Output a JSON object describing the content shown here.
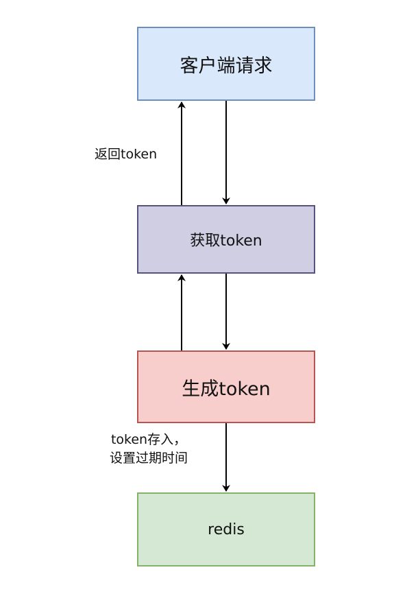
{
  "nodes": {
    "client": {
      "label": "客户端请求",
      "fill": "#dae8fc",
      "stroke": "#6c8ebf"
    },
    "get_token": {
      "label": "获取token",
      "fill": "#d0cee2",
      "stroke": "#56517e"
    },
    "generate_token": {
      "label": "生成token",
      "fill": "#f8cecc",
      "stroke": "#b85450"
    },
    "redis": {
      "label": "redis",
      "fill": "#d5e8d4",
      "stroke": "#82b366"
    }
  },
  "edges": {
    "return_token": "返回token",
    "store_token_line1": "token存入，",
    "store_token_line2": "设置过期时间"
  },
  "colors": {
    "arrow": "#000000"
  }
}
